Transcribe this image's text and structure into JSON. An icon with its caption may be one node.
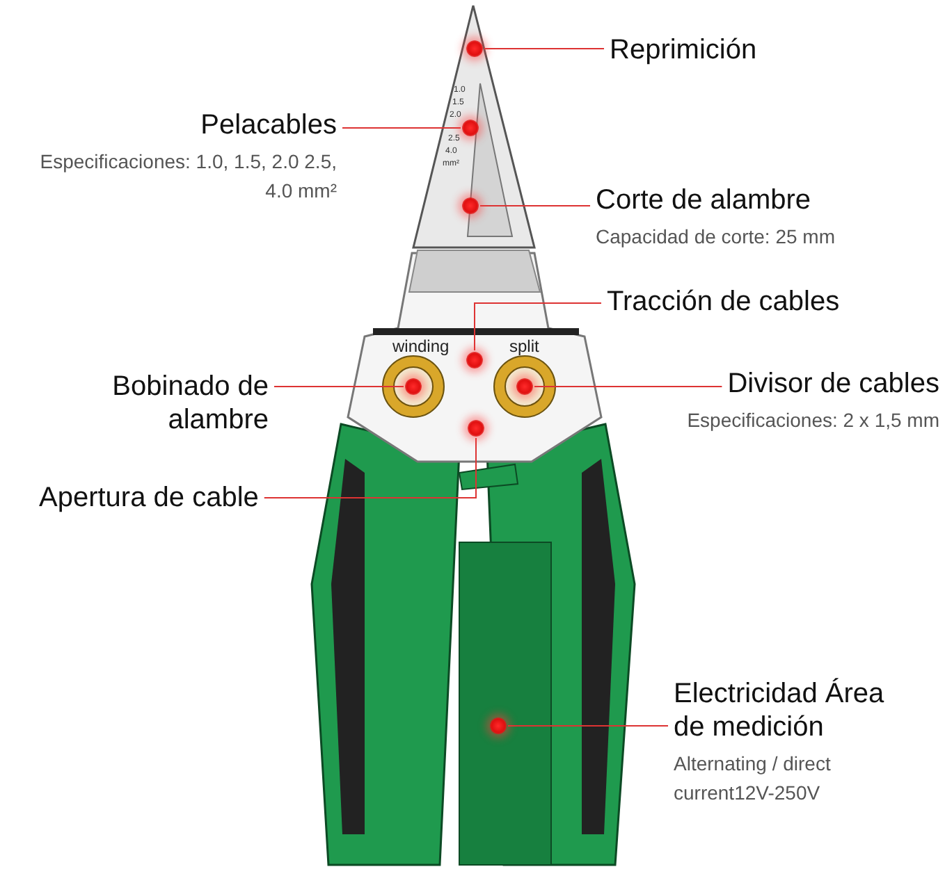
{
  "diagram": {
    "nodes": [
      {
        "text": [
          "Reprimición"
        ]
      },
      {
        "text": [],
        "shape": "circle"
      },
      {
        "text": [
          "Pelacables",
          "Especificaciones: 1.0, 1.5, 2.0 2.5, 4.0 mm²"
        ]
      },
      {
        "text": [],
        "shape": "circle"
      },
      {
        "text": [
          "Corte de alambre",
          "Capacidad de corte: 25 mm"
        ]
      },
      {
        "text": [],
        "shape": "circle"
      },
      {
        "text": [
          "Tracción de cables"
        ]
      },
      {
        "text": [],
        "shape": "circle"
      },
      {
        "text": [
          "Bobinado de alambre"
        ]
      },
      {
        "text": [],
        "shape": "circle"
      },
      {
        "text": [
          "Divisor de cables",
          "Especificaciones: 2 x 1,5 mm"
        ]
      },
      {
        "text": [],
        "shape": "circle"
      },
      {
        "text": [
          "Apertura de cable"
        ]
      },
      {
        "text": [],
        "shape": "circle"
      },
      {
        "text": [
          "Electricidad Área de medición",
          "Alternating / direct current12V-250V"
        ]
      },
      {
        "text": [],
        "shape": "circle"
      }
    ],
    "edges": [
      {
        "from": 0,
        "to": 1,
        "arrow": "none"
      },
      {
        "from": 2,
        "to": 3,
        "arrow": "none"
      },
      {
        "from": 4,
        "to": 5,
        "arrow": "none"
      },
      {
        "from": 6,
        "to": 7,
        "arrow": "none"
      },
      {
        "from": 8,
        "to": 9,
        "arrow": "none"
      },
      {
        "from": 10,
        "to": 11,
        "arrow": "none"
      },
      {
        "from": 12,
        "to": 13,
        "arrow": "none"
      },
      {
        "from": 14,
        "to": 15,
        "arrow": "none"
      }
    ],
    "labels": [
      "1.0",
      "1.5",
      "2.0",
      "2.5",
      "4.0",
      "mm²",
      "winding",
      "split"
    ]
  }
}
